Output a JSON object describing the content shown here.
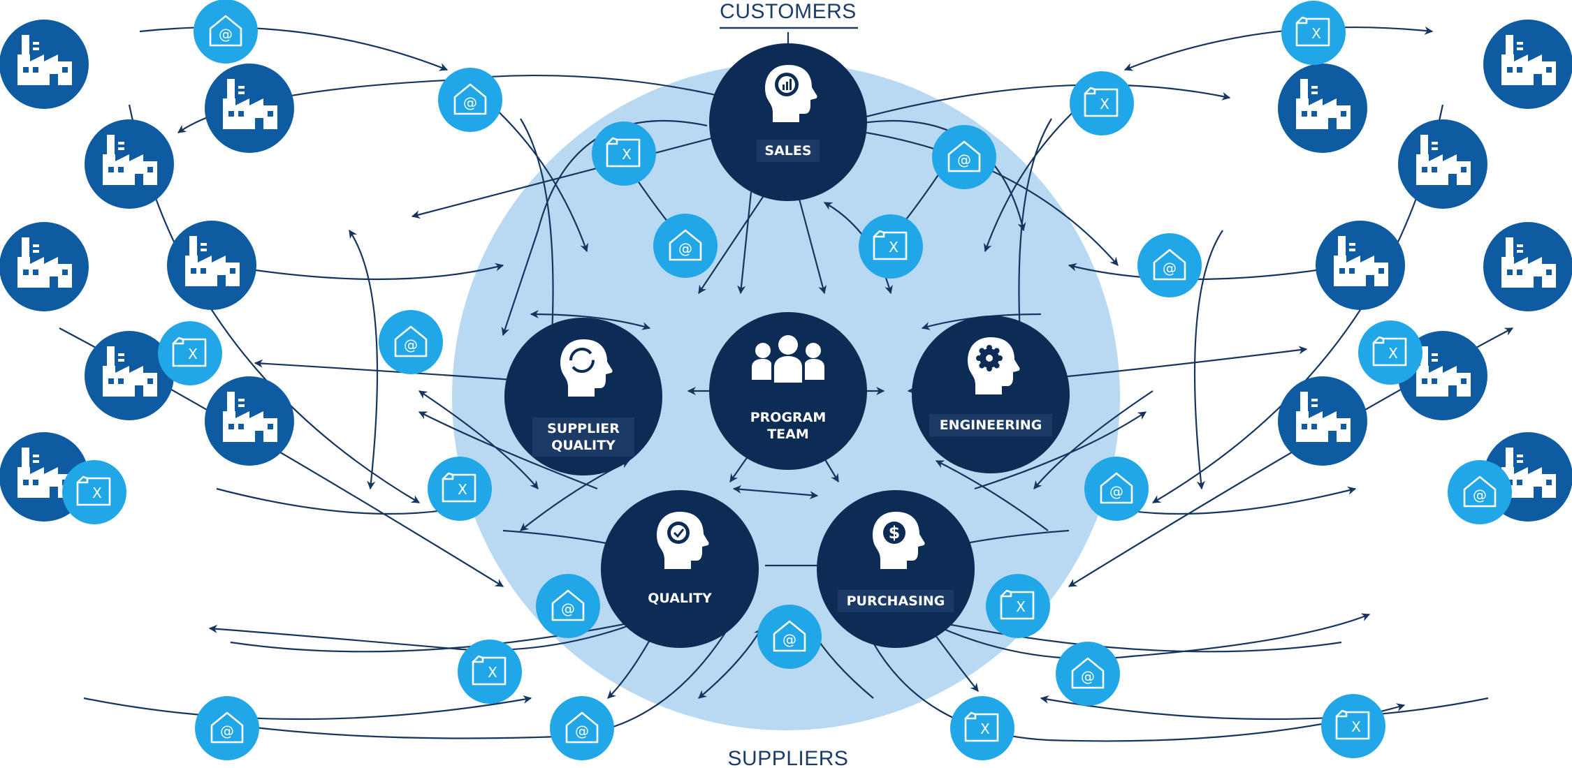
{
  "header": {
    "customers": "CUSTOMERS",
    "suppliers": "SUPPLIERS"
  },
  "departments": {
    "sales": [
      "SALES"
    ],
    "program_team": [
      "PROGRAM",
      "TEAM"
    ],
    "supplier_quality": [
      "SUPPLIER",
      "QUALITY"
    ],
    "engineering": [
      "ENGINEERING"
    ],
    "quality": [
      "QUALITY"
    ],
    "purchasing": [
      "PURCHASING"
    ]
  },
  "colors": {
    "hub": "#b9d9f2",
    "department": "#0c2c55",
    "factory": "#0f5ba1",
    "message": "#21a7e8",
    "connector": "#15345e"
  },
  "icons": {
    "department_head": "head-icon",
    "factory": "factory-icon",
    "email": "email-icon",
    "spreadsheet": "spreadsheet-icon"
  },
  "glyphs": {
    "email": "@",
    "spreadsheet": "X"
  }
}
